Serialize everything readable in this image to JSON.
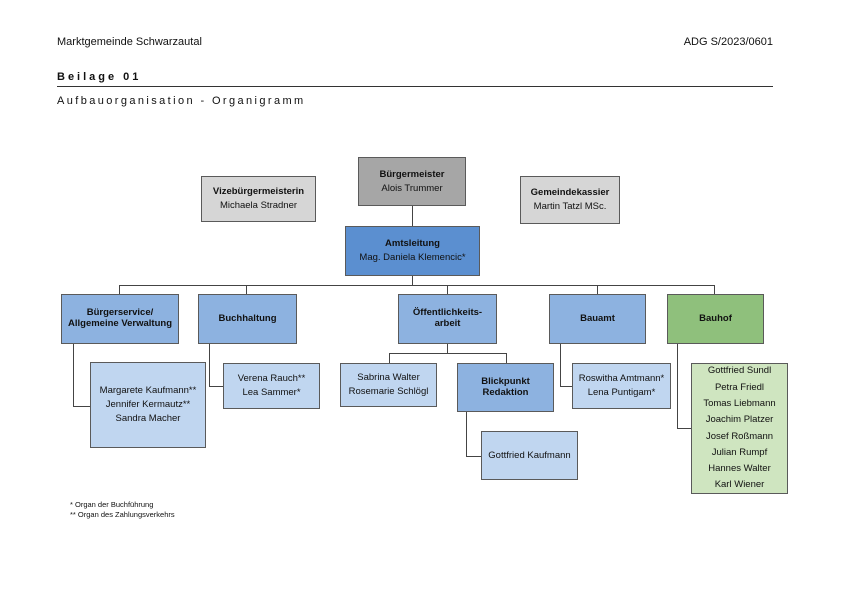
{
  "header": {
    "left": "Marktgemeinde Schwarzautal",
    "right": "ADG S/2023/0601"
  },
  "title": "Beilage 01",
  "subtitle": "Aufbauorganisation - Organigramm",
  "org": {
    "buergermeister": {
      "title": "Bürgermeister",
      "name": "Alois Trummer"
    },
    "vize": {
      "title": "Vizebürgermeisterin",
      "name": "Michaela Stradner"
    },
    "kassier": {
      "title": "Gemeindekassier",
      "name": "Martin Tatzl MSc."
    },
    "amtsleitung": {
      "title": "Amtsleitung",
      "name": "Mag. Daniela Klemencic*"
    },
    "buergerservice": {
      "title1": "Bürgerservice/",
      "title2": "Allgemeine Verwaltung",
      "members": [
        "Margarete Kaufmann**",
        "Jennifer Kermautz**",
        "Sandra Macher"
      ]
    },
    "buchhaltung": {
      "title": "Buchhaltung",
      "members": [
        "Verena Rauch**",
        "Lea Sammer*"
      ]
    },
    "oeffentlichkeit": {
      "title1": "Öffentlichkeits-",
      "title2": "arbeit",
      "members": [
        "Sabrina Walter",
        "Rosemarie Schlögl"
      ]
    },
    "blickpunkt": {
      "title1": "Blickpunkt",
      "title2": "Redaktion",
      "members": [
        "Gottfried Kaufmann"
      ]
    },
    "bauamt": {
      "title": "Bauamt",
      "members": [
        "Roswitha Amtmann*",
        "Lena Puntigam*"
      ]
    },
    "bauhof": {
      "title": "Bauhof",
      "members": [
        "Gottfried Sundl",
        "Petra Friedl",
        "Tomas Liebmann",
        "Joachim Platzer",
        "Josef Roßmann",
        "Julian Rumpf",
        "Hannes Walter",
        "Karl Wiener"
      ]
    }
  },
  "footnotes": [
    "* Organ der Buchführung",
    "** Organ des Zahlungsverkehrs"
  ],
  "colors": {
    "gray_dark": "#a6a6a6",
    "gray": "#d6d6d6",
    "blue_dark": "#5b8fd0",
    "blue": "#8db2e0",
    "blue_light": "#c0d6f0",
    "green_dark": "#8fc07c",
    "green_light": "#cfe5c0"
  }
}
